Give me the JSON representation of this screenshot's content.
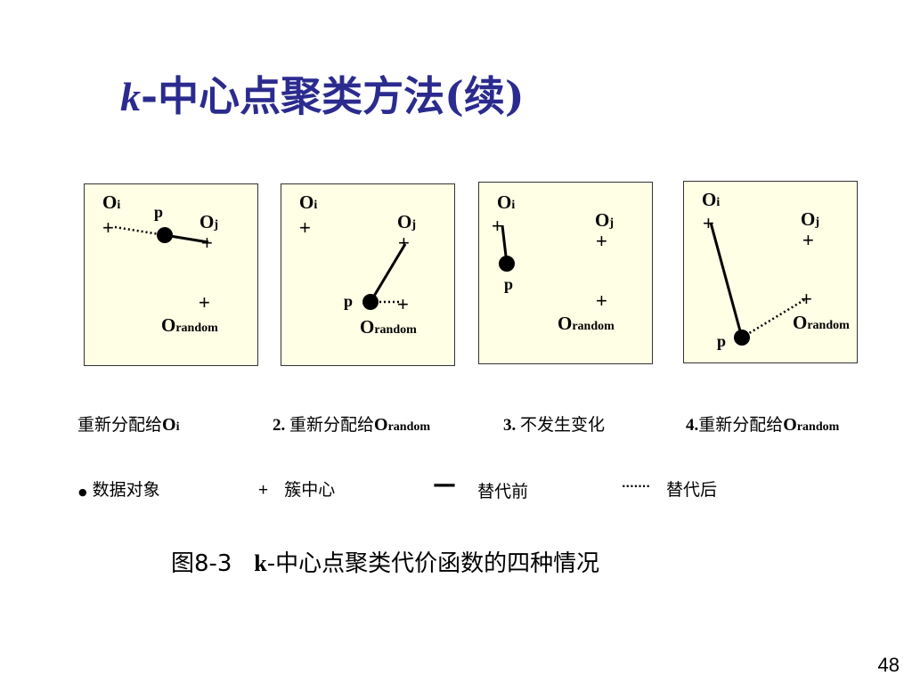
{
  "title": {
    "k": "k",
    "rest": "-中心点聚类方法(续)"
  },
  "labels": {
    "oi": "O",
    "oi_sub": "i",
    "oj": "O",
    "oj_sub": "j",
    "orandom": "O",
    "orandom_sub": "random",
    "p": "p",
    "plus": "+"
  },
  "captions": {
    "c1_text": "重新分配给",
    "c1_o": "O",
    "c1_sub": "i",
    "c2_num": "2. ",
    "c2_text": "重新分配给",
    "c2_o": "O",
    "c2_sub": "random",
    "c3_num": "3. ",
    "c3_text": "不发生变化",
    "c4_num": "4.",
    "c4_text": "重新分配给",
    "c4_o": "O",
    "c4_sub": "random"
  },
  "legend": {
    "dot": "●",
    "data_object": "数据对象",
    "plus": "+",
    "cluster_center": "簇中心",
    "solid": "—",
    "before": "替代前",
    "dotted": "·······",
    "after": "替代后"
  },
  "figure_caption": {
    "num": "图8-3",
    "k": "k",
    "text": "-中心点聚类代价函数的四种情况"
  },
  "page_number": "48"
}
